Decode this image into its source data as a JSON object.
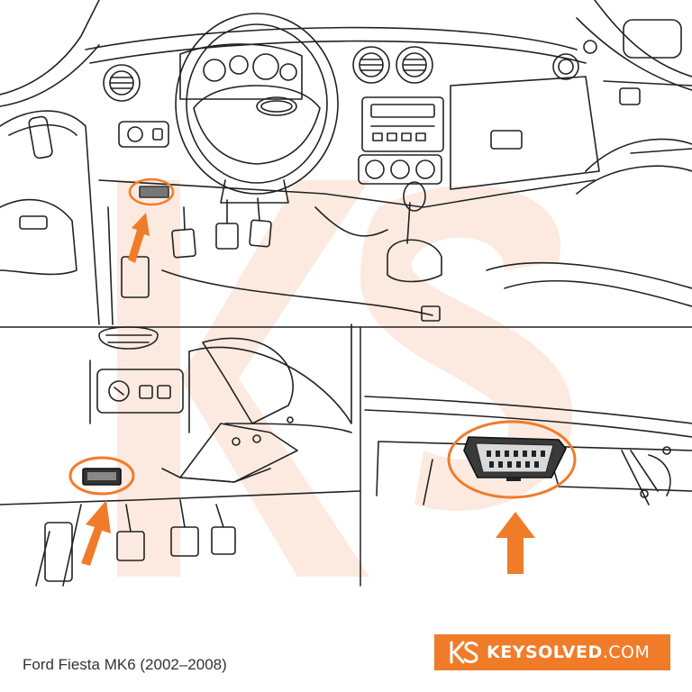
{
  "caption": "Ford Fiesta MK6 (2002–2008)",
  "brand": {
    "name": "KEYSOLVED",
    "suffix": ".COM"
  },
  "colors": {
    "accent": "#f07c2a",
    "line": "#222222",
    "highlight": "#f07c2a"
  },
  "icons": [
    "ford-logo-icon",
    "ks-logo-icon",
    "arrow-up-icon",
    "obd-port-icon"
  ]
}
